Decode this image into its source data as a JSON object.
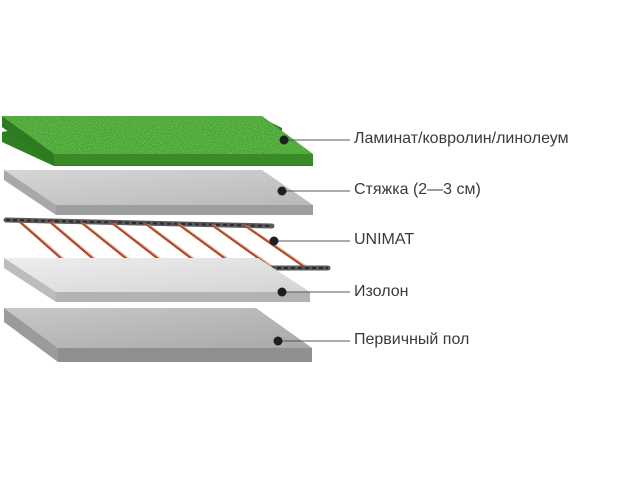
{
  "diagram": {
    "layers": [
      {
        "label": "Ламинат/ковролин/линолеум",
        "color": "#3f9a2c"
      },
      {
        "label": "Стяжка (2—3 см)",
        "color": "#c9c9c9"
      },
      {
        "label": "UNIMAT",
        "color": "#b04a2a"
      },
      {
        "label": "Изолон",
        "color": "#dedede"
      },
      {
        "label": "Первичный пол",
        "color": "#bdbdbd"
      }
    ]
  }
}
